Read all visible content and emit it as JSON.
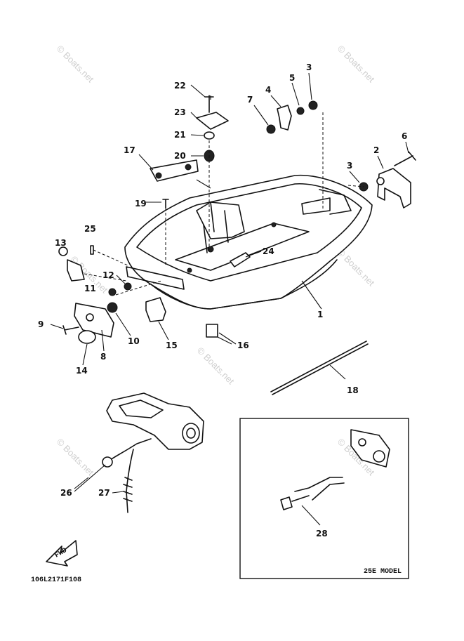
{
  "watermarks": [
    "© Boats.net",
    "© Boats.net",
    "© Boats.net",
    "© Boats.net",
    "© Boats.net",
    "© Boats.net",
    "© Boats.net"
  ],
  "callouts": {
    "c1": "1",
    "c2": "2",
    "c3a": "3",
    "c3b": "3",
    "c4": "4",
    "c5": "5",
    "c6": "6",
    "c7": "7",
    "c8": "8",
    "c9": "9",
    "c10": "10",
    "c11": "11",
    "c12": "12",
    "c13": "13",
    "c14": "14",
    "c15": "15",
    "c16": "16",
    "c17": "17",
    "c18": "18",
    "c19": "19",
    "c20": "20",
    "c21": "21",
    "c22": "22",
    "c23": "23",
    "c24": "24",
    "c25": "25",
    "c26": "26",
    "c27": "27",
    "c28": "28"
  },
  "inset_label": "25E MODEL",
  "fwd_label": "FWD",
  "figure_code": "106L2171F108"
}
